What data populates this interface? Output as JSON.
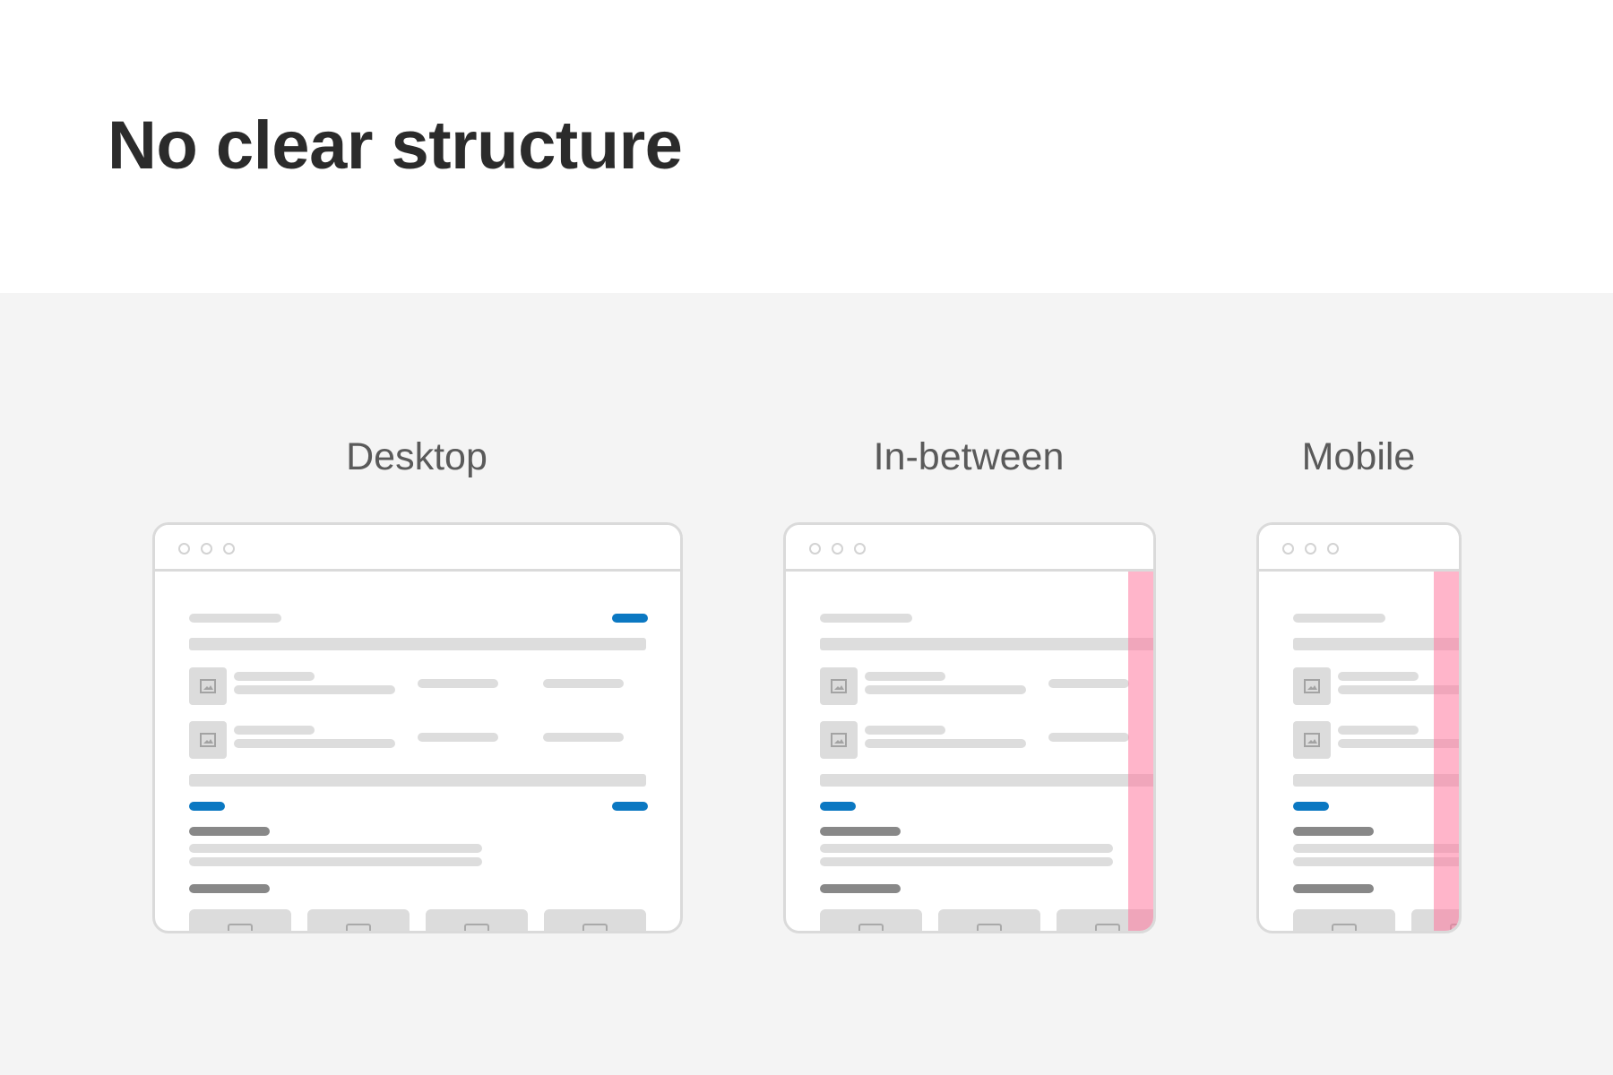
{
  "title": "No clear structure",
  "panels": [
    {
      "label": "Desktop",
      "has_overflow": false
    },
    {
      "label": "In-between",
      "has_overflow": true
    },
    {
      "label": "Mobile",
      "has_overflow": true
    }
  ],
  "colors": {
    "background": "#f4f4f4",
    "placeholder": "#dddddd",
    "placeholder_dark": "#888888",
    "accent": "#0b78c2",
    "overflow": "#ff789e"
  },
  "icons": [
    "image-placeholder-icon",
    "window-control-dot"
  ]
}
